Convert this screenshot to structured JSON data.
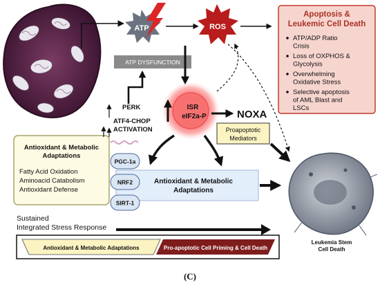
{
  "nodes": {
    "atp": "ATP",
    "ros": "ROS",
    "atp_dysfunction": "ATP DYSFUNCTION",
    "isr_line1": "ISR",
    "isr_line2": "eIF2a-P",
    "noxa": "NOXA",
    "proapoptotic_line1": "Proapoptotic",
    "proapoptotic_line2": "Mediators",
    "perk": "PERK",
    "atf4_line1": "ATF4-CHOP",
    "atf4_line2": "ACTIVATION"
  },
  "apoptosis_box": {
    "title_line1": "Apoptosis &",
    "title_line2": "Leukemic Cell Death",
    "bullets": [
      [
        "ATP/ADP Ratio",
        "Crisis"
      ],
      [
        "Loss of OXPHOS &",
        "Glycolysis"
      ],
      [
        "Overwhelming",
        "Oxidative Stress"
      ],
      [
        "Selective apoptosis",
        "of AML Blast and",
        "LSCs"
      ]
    ]
  },
  "adaptations_box": {
    "title_line1": "Antioxidant & Metabolic",
    "title_line2": "Adaptations",
    "items": [
      "Fatty Acid Oxidation",
      "Aminoacid Catabolism",
      "Antioxidant Defense"
    ]
  },
  "proteins": [
    "PGC-1a",
    "NRF2",
    "SIRT-1"
  ],
  "center_adaptations": {
    "line1": "Antioxidant & Metabolic",
    "line2": "Adaptations"
  },
  "sustained_isr": {
    "line1": "Sustained",
    "line2": "Integrated Stress Response"
  },
  "bottom_bar": {
    "left": "Antioxidant & Metabolic Adaptations",
    "right": "Pro-apoptotic Cell Priming & Cell Death"
  },
  "stem_cell_label": {
    "line1": "Leukemia Stem",
    "line2": "Cell Death"
  },
  "caption": "(C)",
  "colors": {
    "apoptosis_fill": "#f7d5cf",
    "apoptosis_border": "#c0392b",
    "apoptosis_title": "#a93226",
    "adaptations_fill": "#fdfbe3",
    "adaptations_border": "#a8a56a",
    "center_fill": "#e3eefb",
    "protein_fill": "#dbe6f5",
    "ros_fill": "#b91c1c",
    "atp_fill": "#6b7280",
    "isr_fill": "#f87171",
    "noxa_box_fill": "#fbf3c2",
    "bottom_bar_left": "#fbf3c2",
    "bottom_bar_right": "#7f1d1d",
    "cell_body": "#4a1e3c",
    "stem_cell": "#9ca3af"
  }
}
